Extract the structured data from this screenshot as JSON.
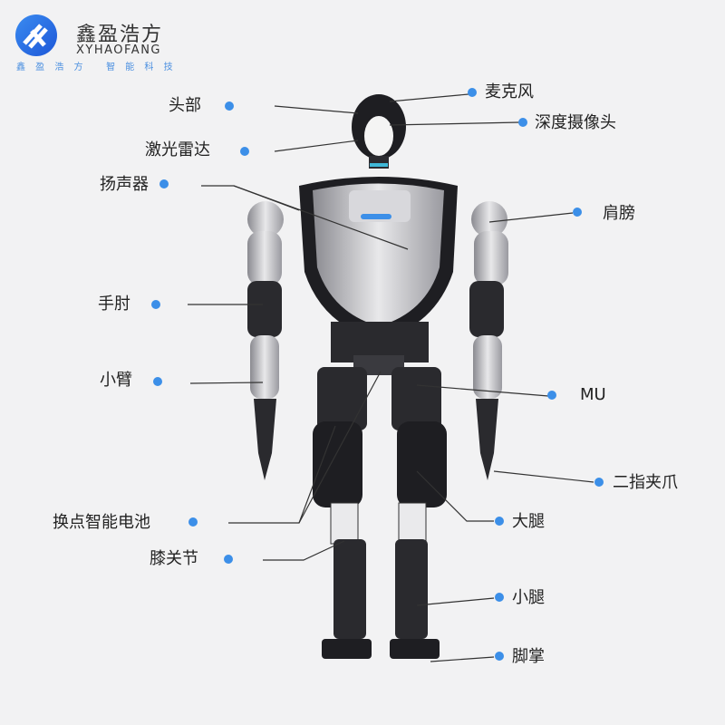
{
  "logo": {
    "name_cn": "鑫盈浩方",
    "name_en": "XYHAOFANG",
    "tagline": "鑫 盈 浩 方   智 能 科 技"
  },
  "colors": {
    "dot": "#3c8fe8",
    "line": "#333333",
    "background": "#f2f2f3"
  },
  "labels": {
    "head": "头部",
    "lidar": "激光雷达",
    "speaker": "扬声器",
    "elbow": "手肘",
    "forearm": "小臂",
    "battery": "换点智能电池",
    "knee": "膝关节",
    "microphone": "麦克风",
    "depth_camera": "深度摄像头",
    "shoulder": "肩膀",
    "imu": "MU",
    "gripper": "二指夹爪",
    "thigh": "大腿",
    "shank": "小腿",
    "foot": "脚掌"
  }
}
